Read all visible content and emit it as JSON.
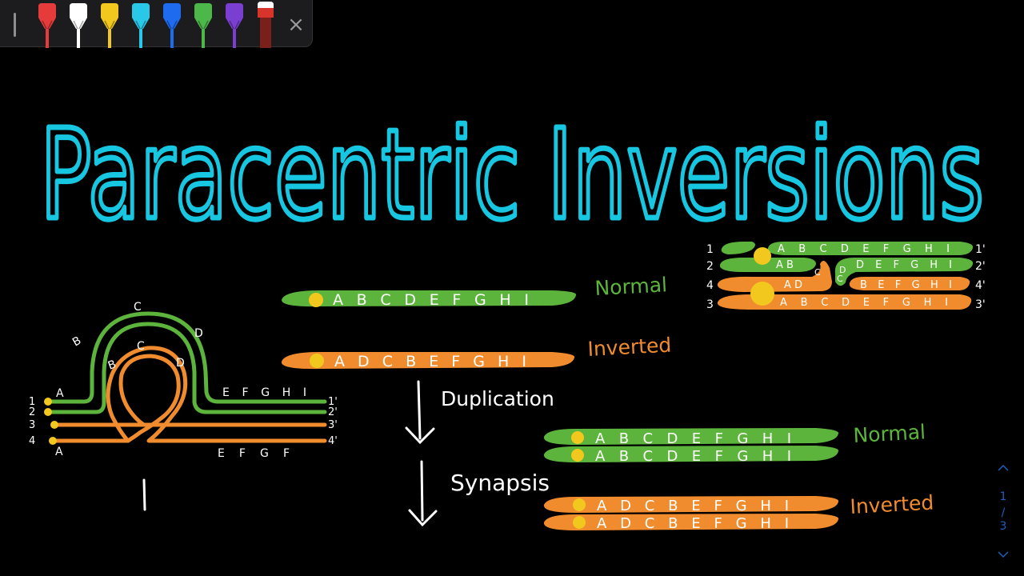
{
  "title": "Paracentric Inversions",
  "colors": {
    "title": "#17c6e0",
    "green": "#5db43c",
    "orange": "#f08c2e",
    "centromere": "#f2c81f",
    "background": "#000000",
    "pager": "#1f5fbf"
  },
  "toolbar": {
    "pens": [
      {
        "name": "red-marker-icon",
        "color": "#e63b3b"
      },
      {
        "name": "white-marker-icon",
        "color": "#ffffff"
      },
      {
        "name": "yellow-marker-icon",
        "color": "#f2c81f"
      },
      {
        "name": "cyan-marker-icon",
        "color": "#2ac8e8"
      },
      {
        "name": "blue-marker-icon",
        "color": "#1e6bf0"
      },
      {
        "name": "green-marker-icon",
        "color": "#4cb84a"
      },
      {
        "name": "purple-marker-icon",
        "color": "#7a3fd1"
      },
      {
        "name": "eraser-icon",
        "color": "#d9342b"
      }
    ],
    "close_icon": "×"
  },
  "labels": {
    "normal": "Normal",
    "inverted": "Inverted",
    "duplication": "Duplication",
    "synapsis": "Synapsis"
  },
  "sequences": {
    "normal": "A B C D E F G H I",
    "inverted": "A D C B E F G H I",
    "normal_small": "A B C D E F G H I",
    "ab": "A B",
    "ad": "A D",
    "cdefghi": "D E F G H I",
    "befghi": "B E F G H I",
    "abc_defghi": "A B C D E F G H I"
  },
  "loop": {
    "outer_top": "C",
    "outer_left": "B",
    "outer_right": "D",
    "inner_top": "C",
    "inner_left": "B",
    "inner_right": "D",
    "left_top": "A",
    "left_bottom": "A",
    "right_top": "E F G H I",
    "right_bottom": "E F G F",
    "strands_left": [
      "1",
      "2",
      "3",
      "4"
    ],
    "strands_right": [
      "1'",
      "2'",
      "3'",
      "4'"
    ]
  },
  "pair_diagram": {
    "strands_left": [
      "1",
      "2",
      "4",
      "3"
    ],
    "strands_right": [
      "1'",
      "2'",
      "4'",
      "3'"
    ],
    "loop_c_1": "C",
    "loop_c_2": "C",
    "loop_d": "D"
  },
  "pager": {
    "current": "1",
    "separator": "/",
    "total": "3"
  }
}
